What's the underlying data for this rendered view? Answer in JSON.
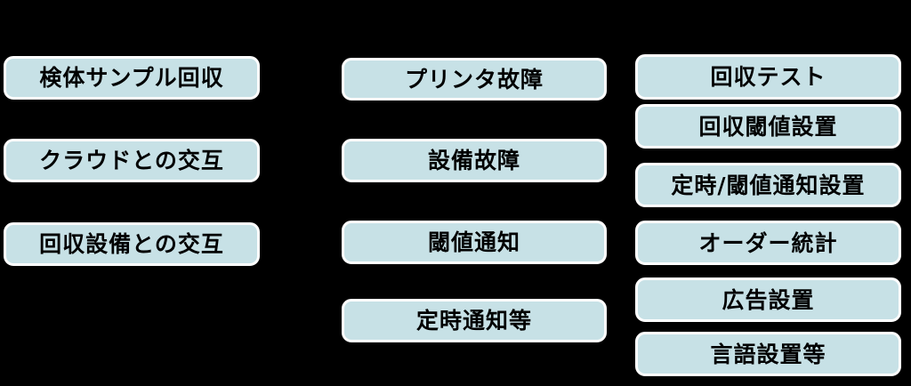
{
  "diagram": {
    "colors": {
      "background": "#000000",
      "box_fill": "#c7e1e6",
      "box_border": "#ffffff",
      "text": "#000000"
    },
    "columns": [
      {
        "name": "left",
        "boxes": [
          {
            "label": "検体サンプル回収"
          },
          {
            "label": "クラウドとの交互"
          },
          {
            "label": "回収設備との交互"
          }
        ]
      },
      {
        "name": "middle",
        "boxes": [
          {
            "label": "プリンタ故障"
          },
          {
            "label": "設備故障"
          },
          {
            "label": "閾値通知"
          },
          {
            "label": "定時通知等"
          }
        ]
      },
      {
        "name": "right",
        "boxes": [
          {
            "label": "回収テスト"
          },
          {
            "label": "回収閾値設置"
          },
          {
            "label": "定時/閾値通知設置"
          },
          {
            "label": "オーダー統計"
          },
          {
            "label": "広告設置"
          },
          {
            "label": "言語設置等"
          }
        ]
      }
    ]
  }
}
